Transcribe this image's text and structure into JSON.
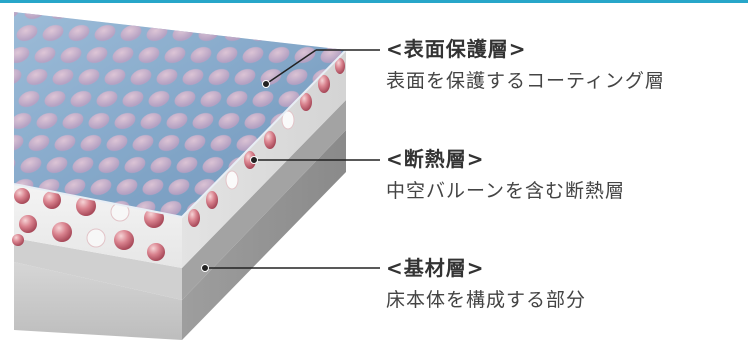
{
  "layers": [
    {
      "id": "surface",
      "title": "<表面保護層>",
      "desc": "表面を保護するコーティング層"
    },
    {
      "id": "insulation",
      "title": "<断熱層>",
      "desc": "中空バルーンを含む断熱層"
    },
    {
      "id": "base",
      "title": "<基材層>",
      "desc": "床本体を構成する部分"
    }
  ],
  "colors": {
    "accent_rule": "#27a6c9",
    "leader_line": "#222222",
    "surface_layer": "#7fa6c8",
    "balloon": "#d9828e",
    "base_layer": "#b9b9b9",
    "text": "#333333"
  }
}
